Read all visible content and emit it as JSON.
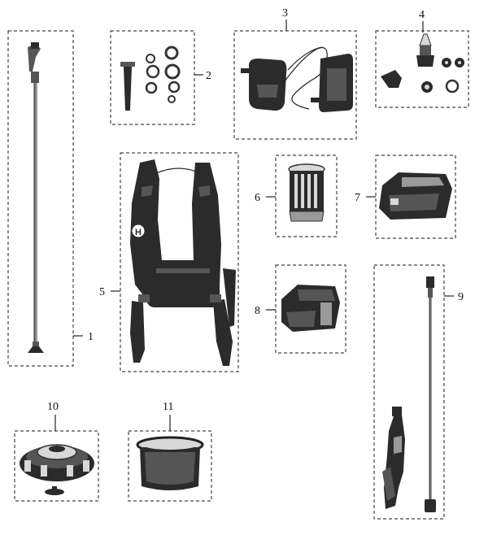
{
  "parts": [
    {
      "number": "1",
      "icon": "spray-wand-icon"
    },
    {
      "number": "2",
      "icon": "seal-kit-icon"
    },
    {
      "number": "3",
      "icon": "power-adapter-icon"
    },
    {
      "number": "4",
      "icon": "nozzle-kit-icon"
    },
    {
      "number": "5",
      "icon": "harness-icon"
    },
    {
      "number": "6",
      "icon": "filter-icon"
    },
    {
      "number": "7",
      "icon": "battery-icon"
    },
    {
      "number": "8",
      "icon": "charger-icon"
    },
    {
      "number": "9",
      "icon": "extension-wand-icon"
    },
    {
      "number": "10",
      "icon": "tank-cap-icon"
    },
    {
      "number": "11",
      "icon": "strainer-basket-icon"
    }
  ],
  "logo_text": "H"
}
